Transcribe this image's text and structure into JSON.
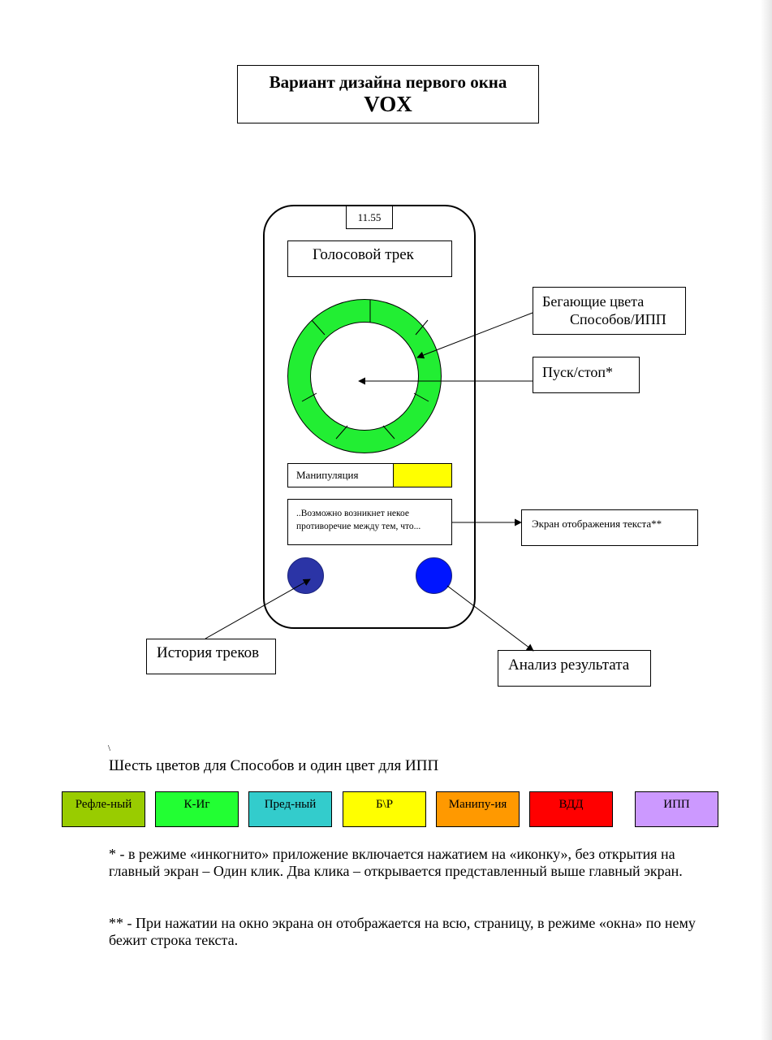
{
  "title": {
    "line1": "Вариант  дизайна первого окна",
    "line2": "VOX"
  },
  "phone": {
    "time": "11.55",
    "track_title": "Голосовой трек",
    "manipulation_label": "Манипуляция",
    "manipulation_color": "#ffff00",
    "text_preview": {
      "line1": "..Возможно возникнет некое",
      "line2": "противоречие между тем, что..."
    },
    "ring_color": "#22ee33",
    "history_button_color": "#2b34a6",
    "analysis_button_color": "#0015ff"
  },
  "callouts": {
    "running_colors": {
      "line1": "Бегающие цвета",
      "line2": "Способов/ИПП"
    },
    "start_stop": "Пуск/стоп*",
    "text_screen": "Экран отображения текста**",
    "track_history": "История треков",
    "result_analysis": "Анализ результата"
  },
  "backslash": "\\",
  "colors_heading": "Шесть цветов для Способов и один цвет для ИПП",
  "color_legend": [
    {
      "label": "Рефле-ный",
      "color": "#99cc00"
    },
    {
      "label": "К-Иг",
      "color": "#22ff33"
    },
    {
      "label": "Пред-ный",
      "color": "#33cccc"
    },
    {
      "label": "Б\\Р",
      "color": "#ffff00"
    },
    {
      "label": "Манипу-ия",
      "color": "#ff9900"
    },
    {
      "label": "ВДД",
      "color": "#ff0000"
    },
    {
      "label": "ИПП",
      "color": "#cc99ff"
    }
  ],
  "notes": [
    "* - в режиме «инкогнито» приложение включается нажатием на «иконку», без открытия на главный экран – Один клик. Два клика – открывается представленный выше главный экран.",
    "** - При нажатии на окно экрана он отображается на всю, страницу, в режиме «окна» по нему бежит строка текста."
  ]
}
